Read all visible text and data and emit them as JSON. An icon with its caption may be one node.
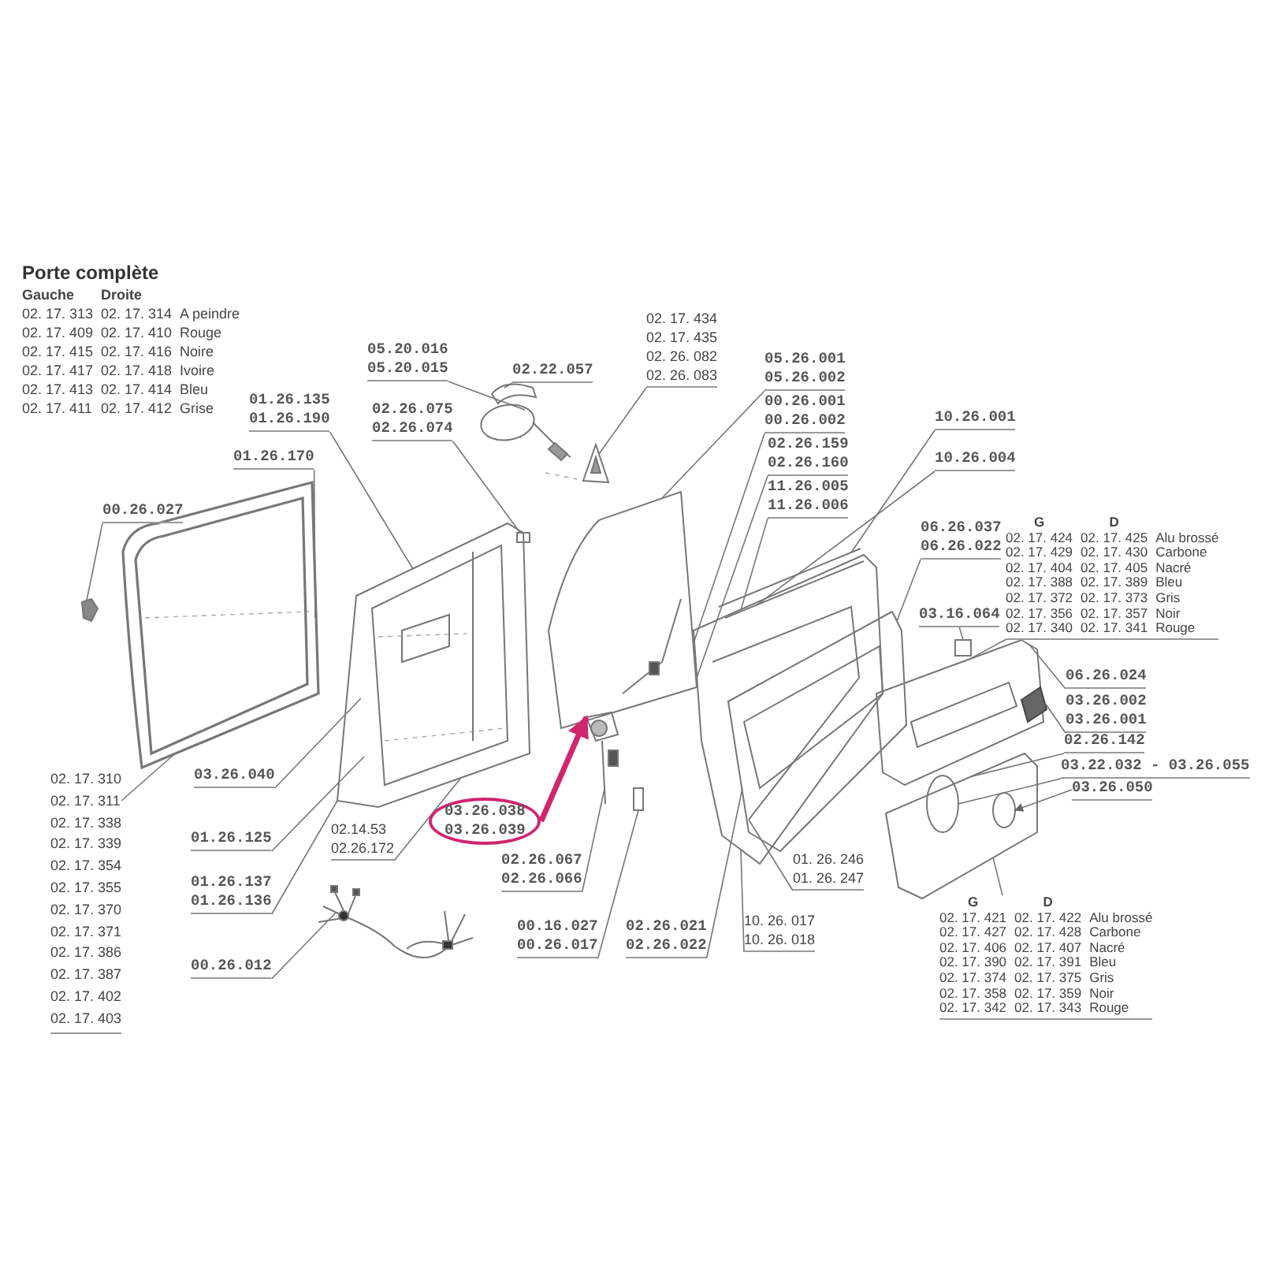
{
  "diagram": {
    "title": "Porte complète",
    "nodes": [
      {
        "text": [
          "05.20.016",
          "05.20.015"
        ]
      },
      {
        "text": [
          "02.22.057"
        ]
      },
      {
        "text": [
          "02. 17. 434",
          "02. 17. 435",
          "02. 26. 082",
          "02. 26. 083"
        ]
      },
      {
        "text": [
          "01.26.135",
          "01.26.190"
        ]
      },
      {
        "text": [
          "02.26.075",
          "02.26.074"
        ]
      },
      {
        "text": [
          "01.26.170"
        ]
      },
      {
        "text": [
          "00.26.027"
        ]
      },
      {
        "text": [
          "05.26.001",
          "05.26.002"
        ]
      },
      {
        "text": [
          "00.26.001",
          "00.26.002"
        ]
      },
      {
        "text": [
          "02.26.159",
          "02.26.160"
        ]
      },
      {
        "text": [
          "11.26.005",
          "11.26.006"
        ]
      },
      {
        "text": [
          "10.26.001"
        ]
      },
      {
        "text": [
          "10.26.004"
        ]
      },
      {
        "text": [
          "06.26.037",
          "06.26.022"
        ]
      },
      {
        "text": [
          "G",
          "D",
          "02. 17. 424",
          "02. 17. 425",
          "Alu brossé",
          "02. 17. 429",
          "02. 17. 430",
          "Carbone",
          "02. 17. 404",
          "02. 17. 405",
          "Nacré",
          "02. 17. 388",
          "02. 17. 389",
          "Bleu",
          "02. 17. 372",
          "02. 17. 373",
          "Gris",
          "02. 17. 356",
          "02. 17. 357",
          "Noir",
          "02. 17. 340",
          "02. 17. 341",
          "Rouge"
        ]
      },
      {
        "text": [
          "03.16.064"
        ]
      },
      {
        "text": [
          "06.26.024"
        ]
      },
      {
        "text": [
          "03.26.002",
          "03.26.001"
        ]
      },
      {
        "text": [
          "02.26.142"
        ]
      },
      {
        "text": [
          "03.22.032 - 03.26.055"
        ]
      },
      {
        "text": [
          "03.26.050"
        ]
      },
      {
        "text": [
          "01. 26. 246",
          "01. 26. 247"
        ]
      },
      {
        "text": [
          "10. 26. 017",
          "10. 26. 018"
        ]
      },
      {
        "text": [
          "G",
          "D",
          "02. 17. 421",
          "02. 17. 422",
          "Alu brossé",
          "02. 17. 427",
          "02. 17. 428",
          "Carbone",
          "02. 17. 406",
          "02. 17. 407",
          "Nacré",
          "02. 17. 390",
          "02. 17. 391",
          "Bleu",
          "02. 17. 374",
          "02. 17. 375",
          "Gris",
          "02. 17. 358",
          "02. 17. 359",
          "Noir",
          "02. 17. 342",
          "02. 17. 343",
          "Rouge"
        ]
      },
      {
        "text": [
          "02. 17. 310",
          "02. 17. 311",
          "02. 17. 338",
          "02. 17. 339",
          "02. 17. 354",
          "02. 17. 355",
          "02. 17. 370",
          "02. 17. 371",
          "02. 17. 386",
          "02. 17. 387",
          "02. 17. 402",
          "02. 17. 403"
        ]
      },
      {
        "text": [
          "03.26.040"
        ]
      },
      {
        "text": [
          "01.26.125"
        ]
      },
      {
        "text": [
          "01.26.137",
          "01.26.136"
        ]
      },
      {
        "text": [
          "00.26.012"
        ]
      },
      {
        "text": [
          "02.14.53",
          "02.26.172"
        ]
      },
      {
        "text": [
          "03.26.038",
          "03.26.039"
        ]
      },
      {
        "text": [
          "02.26.067",
          "02.26.066"
        ]
      },
      {
        "text": [
          "00.16.027",
          "00.26.017"
        ]
      },
      {
        "text": [
          "02.26.021",
          "02.26.022"
        ]
      },
      {
        "text": [],
        "shape": "picture"
      },
      {
        "text": [],
        "shape": "picture"
      },
      {
        "text": [],
        "shape": "picture"
      },
      {
        "text": [],
        "shape": "picture"
      },
      {
        "text": [],
        "shape": "box",
        "in": 37
      },
      {
        "text": [],
        "shape": "picture"
      },
      {
        "text": [],
        "shape": "picture"
      },
      {
        "text": [],
        "shape": "picture"
      },
      {
        "text": [],
        "shape": "picture"
      },
      {
        "text": [],
        "shape": "picture"
      },
      {
        "text": [],
        "shape": "picture"
      },
      {
        "text": [],
        "shape": "picture"
      },
      {
        "text": [],
        "shape": "box",
        "in": 45
      },
      {
        "text": [],
        "shape": "picture",
        "in": 45
      },
      {
        "text": [],
        "shape": "picture"
      },
      {
        "text": [],
        "shape": "circle",
        "in": 48
      },
      {
        "text": [],
        "shape": "picture"
      },
      {
        "text": [],
        "shape": "picture"
      },
      {
        "text": [],
        "shape": "box"
      },
      {
        "text": [],
        "shape": "circle",
        "in": 48
      }
    ],
    "edges": [
      {
        "from": 0,
        "to": 34,
        "arrow": "none"
      },
      {
        "from": 1,
        "to": 35,
        "arrow": "none"
      },
      {
        "from": 2,
        "to": 36,
        "arrow": "none"
      },
      {
        "from": 3,
        "to": 37,
        "arrow": "none"
      },
      {
        "from": 4,
        "to": 38,
        "arrow": "none"
      },
      {
        "from": 5,
        "to": 39,
        "arrow": "none"
      },
      {
        "from": 6,
        "to": 40,
        "arrow": "none"
      },
      {
        "from": 7,
        "to": 41,
        "arrow": "none"
      },
      {
        "from": 8,
        "to": 41,
        "arrow": "none"
      },
      {
        "from": 9,
        "to": 42,
        "arrow": "none"
      },
      {
        "from": 10,
        "to": 42,
        "arrow": "none"
      },
      {
        "from": 11,
        "to": 43,
        "arrow": "none"
      },
      {
        "from": 12,
        "to": 43,
        "arrow": "none"
      },
      {
        "from": 13,
        "to": 44,
        "arrow": "none"
      },
      {
        "from": 14,
        "to": 45,
        "arrow": "none"
      },
      {
        "from": 15,
        "to": 46,
        "arrow": "none"
      },
      {
        "from": 16,
        "to": 45,
        "arrow": "none"
      },
      {
        "from": 17,
        "to": 47,
        "arrow": "none"
      },
      {
        "from": 18,
        "to": 48,
        "arrow": "none"
      },
      {
        "from": 19,
        "to": 49,
        "arrow": "none"
      },
      {
        "from": 20,
        "to": 53,
        "arrow": "to"
      },
      {
        "from": 21,
        "to": 42,
        "arrow": "none"
      },
      {
        "from": 22,
        "to": 42,
        "arrow": "none"
      },
      {
        "from": 23,
        "to": 48,
        "arrow": "none"
      },
      {
        "from": 24,
        "to": 39,
        "arrow": "none"
      },
      {
        "from": 25,
        "to": 37,
        "arrow": "none"
      },
      {
        "from": 26,
        "to": 37,
        "arrow": "none"
      },
      {
        "from": 27,
        "to": 37,
        "arrow": "none"
      },
      {
        "from": 28,
        "to": 50,
        "arrow": "none"
      },
      {
        "from": 29,
        "to": 37,
        "arrow": "none"
      },
      {
        "from": 30,
        "to": 51,
        "arrow": "to",
        "style": "thick",
        "color": "#d0266e"
      },
      {
        "from": 31,
        "to": 51,
        "arrow": "none"
      },
      {
        "from": 32,
        "to": 52,
        "arrow": "none"
      },
      {
        "from": 33,
        "to": 44,
        "arrow": "none"
      }
    ],
    "labels": [
      "Gauche",
      "Droite",
      "02. 17. 313",
      "02. 17. 314",
      "A peindre",
      "02. 17. 409",
      "02. 17. 410",
      "Rouge",
      "02. 17. 415",
      "02. 17. 416",
      "Noire",
      "02. 17. 417",
      "02. 17. 418",
      "Ivoire",
      "02. 17. 413",
      "02. 17. 414",
      "Bleu",
      "02. 17. 411",
      "02. 17. 412",
      "Grise"
    ]
  }
}
